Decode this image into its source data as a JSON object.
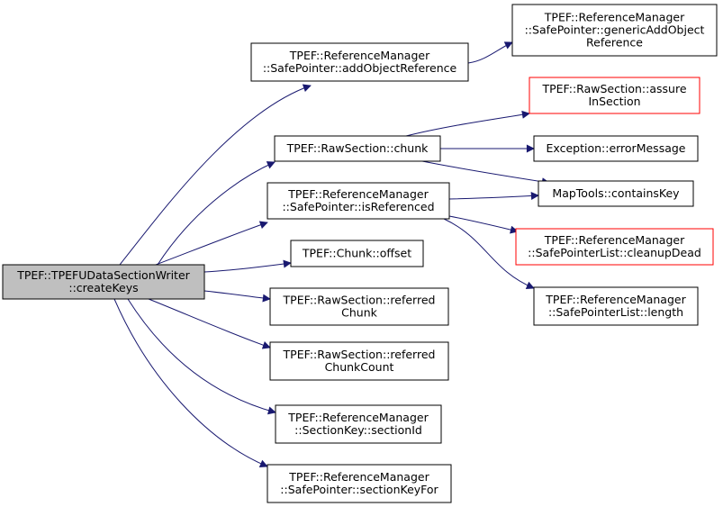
{
  "nodes": [
    {
      "id": "root",
      "lines": [
        "TPEF::TPEFUDataSectionWriter",
        "::createKeys"
      ],
      "fill": "#bfbfbf",
      "stroke": "#000000"
    },
    {
      "id": "addObjectReference",
      "lines": [
        "TPEF::ReferenceManager",
        "::SafePointer::addObjectReference"
      ],
      "fill": "#ffffff",
      "stroke": "#000000"
    },
    {
      "id": "genericAddObjectReference",
      "lines": [
        "TPEF::ReferenceManager",
        "::SafePointer::genericAddObject",
        "Reference"
      ],
      "fill": "#ffffff",
      "stroke": "#000000"
    },
    {
      "id": "chunk",
      "lines": [
        "TPEF::RawSection::chunk"
      ],
      "fill": "#ffffff",
      "stroke": "#000000"
    },
    {
      "id": "assureInSection",
      "lines": [
        "TPEF::RawSection::assure",
        "InSection"
      ],
      "fill": "#ffffff",
      "stroke": "#ff0000"
    },
    {
      "id": "errorMessage",
      "lines": [
        "Exception::errorMessage"
      ],
      "fill": "#ffffff",
      "stroke": "#000000"
    },
    {
      "id": "isReferenced",
      "lines": [
        "TPEF::ReferenceManager",
        "::SafePointer::isReferenced"
      ],
      "fill": "#ffffff",
      "stroke": "#000000"
    },
    {
      "id": "containsKey",
      "lines": [
        "MapTools::containsKey"
      ],
      "fill": "#ffffff",
      "stroke": "#000000"
    },
    {
      "id": "cleanupDead",
      "lines": [
        "TPEF::ReferenceManager",
        "::SafePointerList::cleanupDead"
      ],
      "fill": "#ffffff",
      "stroke": "#ff0000"
    },
    {
      "id": "length",
      "lines": [
        "TPEF::ReferenceManager",
        "::SafePointerList::length"
      ],
      "fill": "#ffffff",
      "stroke": "#000000"
    },
    {
      "id": "offset",
      "lines": [
        "TPEF::Chunk::offset"
      ],
      "fill": "#ffffff",
      "stroke": "#000000"
    },
    {
      "id": "referredChunk",
      "lines": [
        "TPEF::RawSection::referred",
        "Chunk"
      ],
      "fill": "#ffffff",
      "stroke": "#000000"
    },
    {
      "id": "referredChunkCount",
      "lines": [
        "TPEF::RawSection::referred",
        "ChunkCount"
      ],
      "fill": "#ffffff",
      "stroke": "#000000"
    },
    {
      "id": "sectionId",
      "lines": [
        "TPEF::ReferenceManager",
        "::SectionKey::sectionId"
      ],
      "fill": "#ffffff",
      "stroke": "#000000"
    },
    {
      "id": "sectionKeyFor",
      "lines": [
        "TPEF::ReferenceManager",
        "::SafePointer::sectionKeyFor"
      ],
      "fill": "#ffffff",
      "stroke": "#000000"
    }
  ],
  "edges": [
    {
      "from": "root",
      "to": "addObjectReference"
    },
    {
      "from": "root",
      "to": "chunk"
    },
    {
      "from": "root",
      "to": "isReferenced"
    },
    {
      "from": "root",
      "to": "offset"
    },
    {
      "from": "root",
      "to": "referredChunk"
    },
    {
      "from": "root",
      "to": "referredChunkCount"
    },
    {
      "from": "root",
      "to": "sectionId"
    },
    {
      "from": "root",
      "to": "sectionKeyFor"
    },
    {
      "from": "addObjectReference",
      "to": "genericAddObjectReference"
    },
    {
      "from": "chunk",
      "to": "assureInSection"
    },
    {
      "from": "chunk",
      "to": "errorMessage"
    },
    {
      "from": "chunk",
      "to": "containsKey"
    },
    {
      "from": "isReferenced",
      "to": "containsKey"
    },
    {
      "from": "isReferenced",
      "to": "cleanupDead"
    },
    {
      "from": "isReferenced",
      "to": "length"
    }
  ],
  "colors": {
    "edge": "#191970",
    "background": "#ffffff"
  }
}
